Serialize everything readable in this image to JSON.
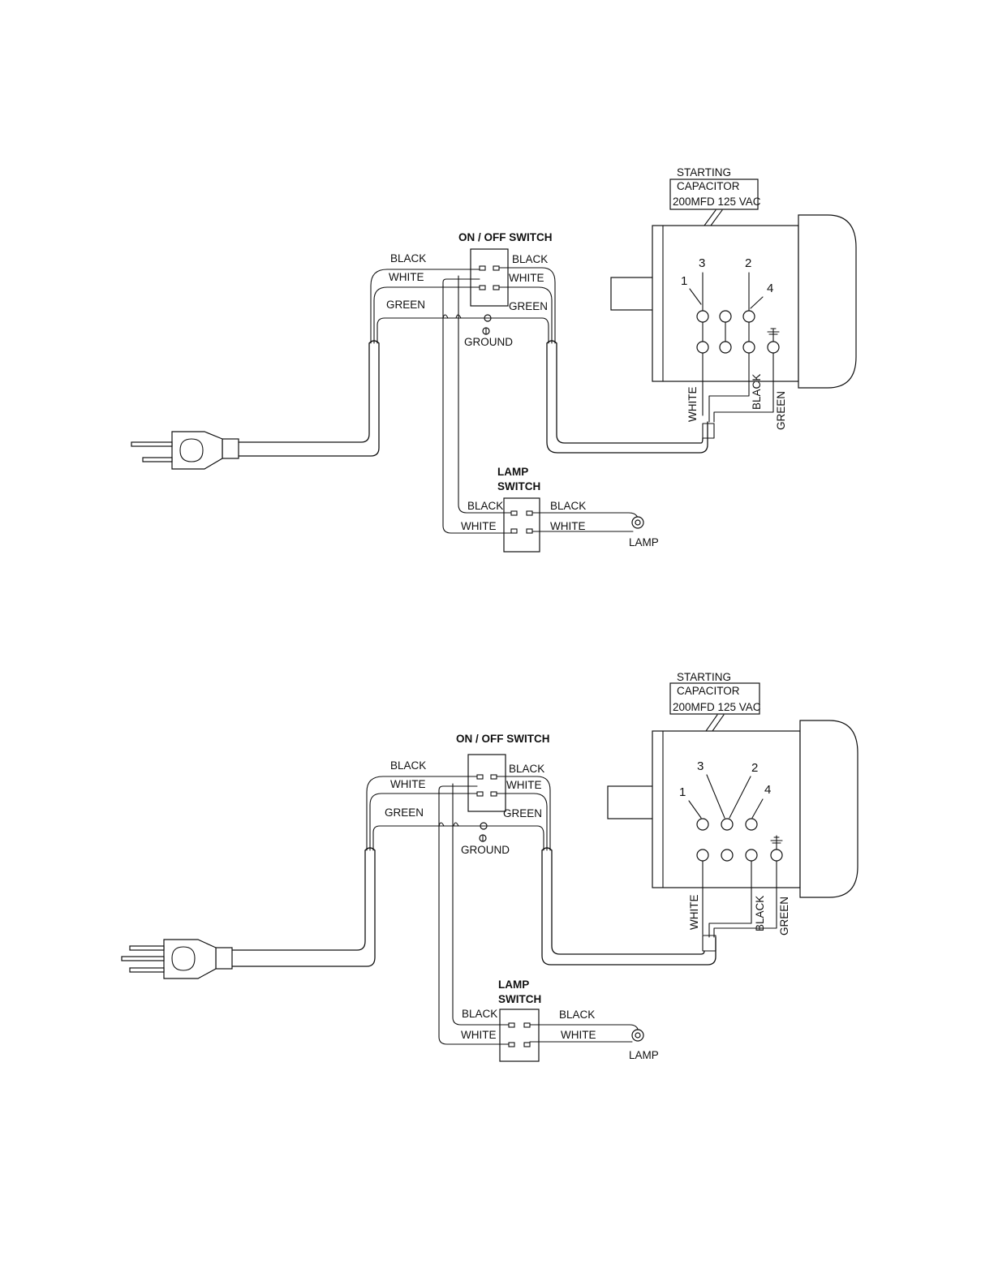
{
  "diagrams": [
    {
      "capacitor": {
        "line1": "STARTING",
        "line2": "CAPACITOR",
        "line3": "200MFD 125 VAC"
      },
      "on_off_switch": {
        "title": "ON / OFF SWITCH",
        "left_black": "BLACK",
        "left_white": "WHITE",
        "left_green": "GREEN",
        "right_black": "BLACK",
        "right_white": "WHITE",
        "right_green": "GREEN",
        "ground": "GROUND"
      },
      "motor": {
        "terminals": [
          "1",
          "3",
          "2",
          "4"
        ],
        "wire_white": "WHITE",
        "wire_black": "BLACK",
        "wire_green": "GREEN"
      },
      "lamp_switch": {
        "title_line1": "LAMP",
        "title_line2": "SWITCH",
        "left_black": "BLACK",
        "left_white": "WHITE",
        "right_black": "BLACK",
        "right_white": "WHITE"
      },
      "lamp": {
        "label": "LAMP"
      }
    },
    {
      "capacitor": {
        "line1": "STARTING",
        "line2": "CAPACITOR",
        "line3": "200MFD 125 VAC"
      },
      "on_off_switch": {
        "title": "ON / OFF SWITCH",
        "left_black": "BLACK",
        "left_white": "WHITE",
        "left_green": "GREEN",
        "right_black": "BLACK",
        "right_white": "WHITE",
        "right_green": "GREEN",
        "ground": "GROUND"
      },
      "motor": {
        "terminals": [
          "1",
          "3",
          "2",
          "4"
        ],
        "wire_white": "WHITE",
        "wire_black": "BLACK",
        "wire_green": "GREEN"
      },
      "lamp_switch": {
        "title_line1": "LAMP",
        "title_line2": "SWITCH",
        "left_black": "BLACK",
        "left_white": "WHITE",
        "right_black": "BLACK",
        "right_white": "WHITE"
      },
      "lamp": {
        "label": "LAMP"
      }
    }
  ]
}
